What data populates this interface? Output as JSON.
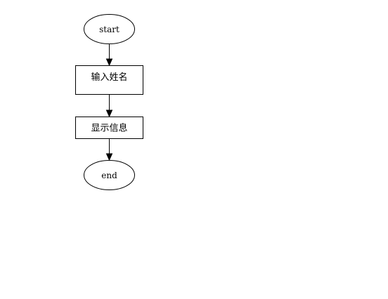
{
  "diagram": {
    "nodes": {
      "start": {
        "label": "start",
        "shape": "ellipse"
      },
      "input_name": {
        "label": "输入姓名",
        "shape": "rectangle"
      },
      "show_info": {
        "label": "显示信息",
        "shape": "rectangle"
      },
      "end": {
        "label": "end",
        "shape": "ellipse"
      }
    },
    "edges": [
      {
        "from": "start",
        "to": "input_name"
      },
      {
        "from": "input_name",
        "to": "show_info"
      },
      {
        "from": "show_info",
        "to": "end"
      }
    ],
    "colors": {
      "stroke": "#000000",
      "fill": "#ffffff",
      "background": "#ffffff"
    }
  }
}
